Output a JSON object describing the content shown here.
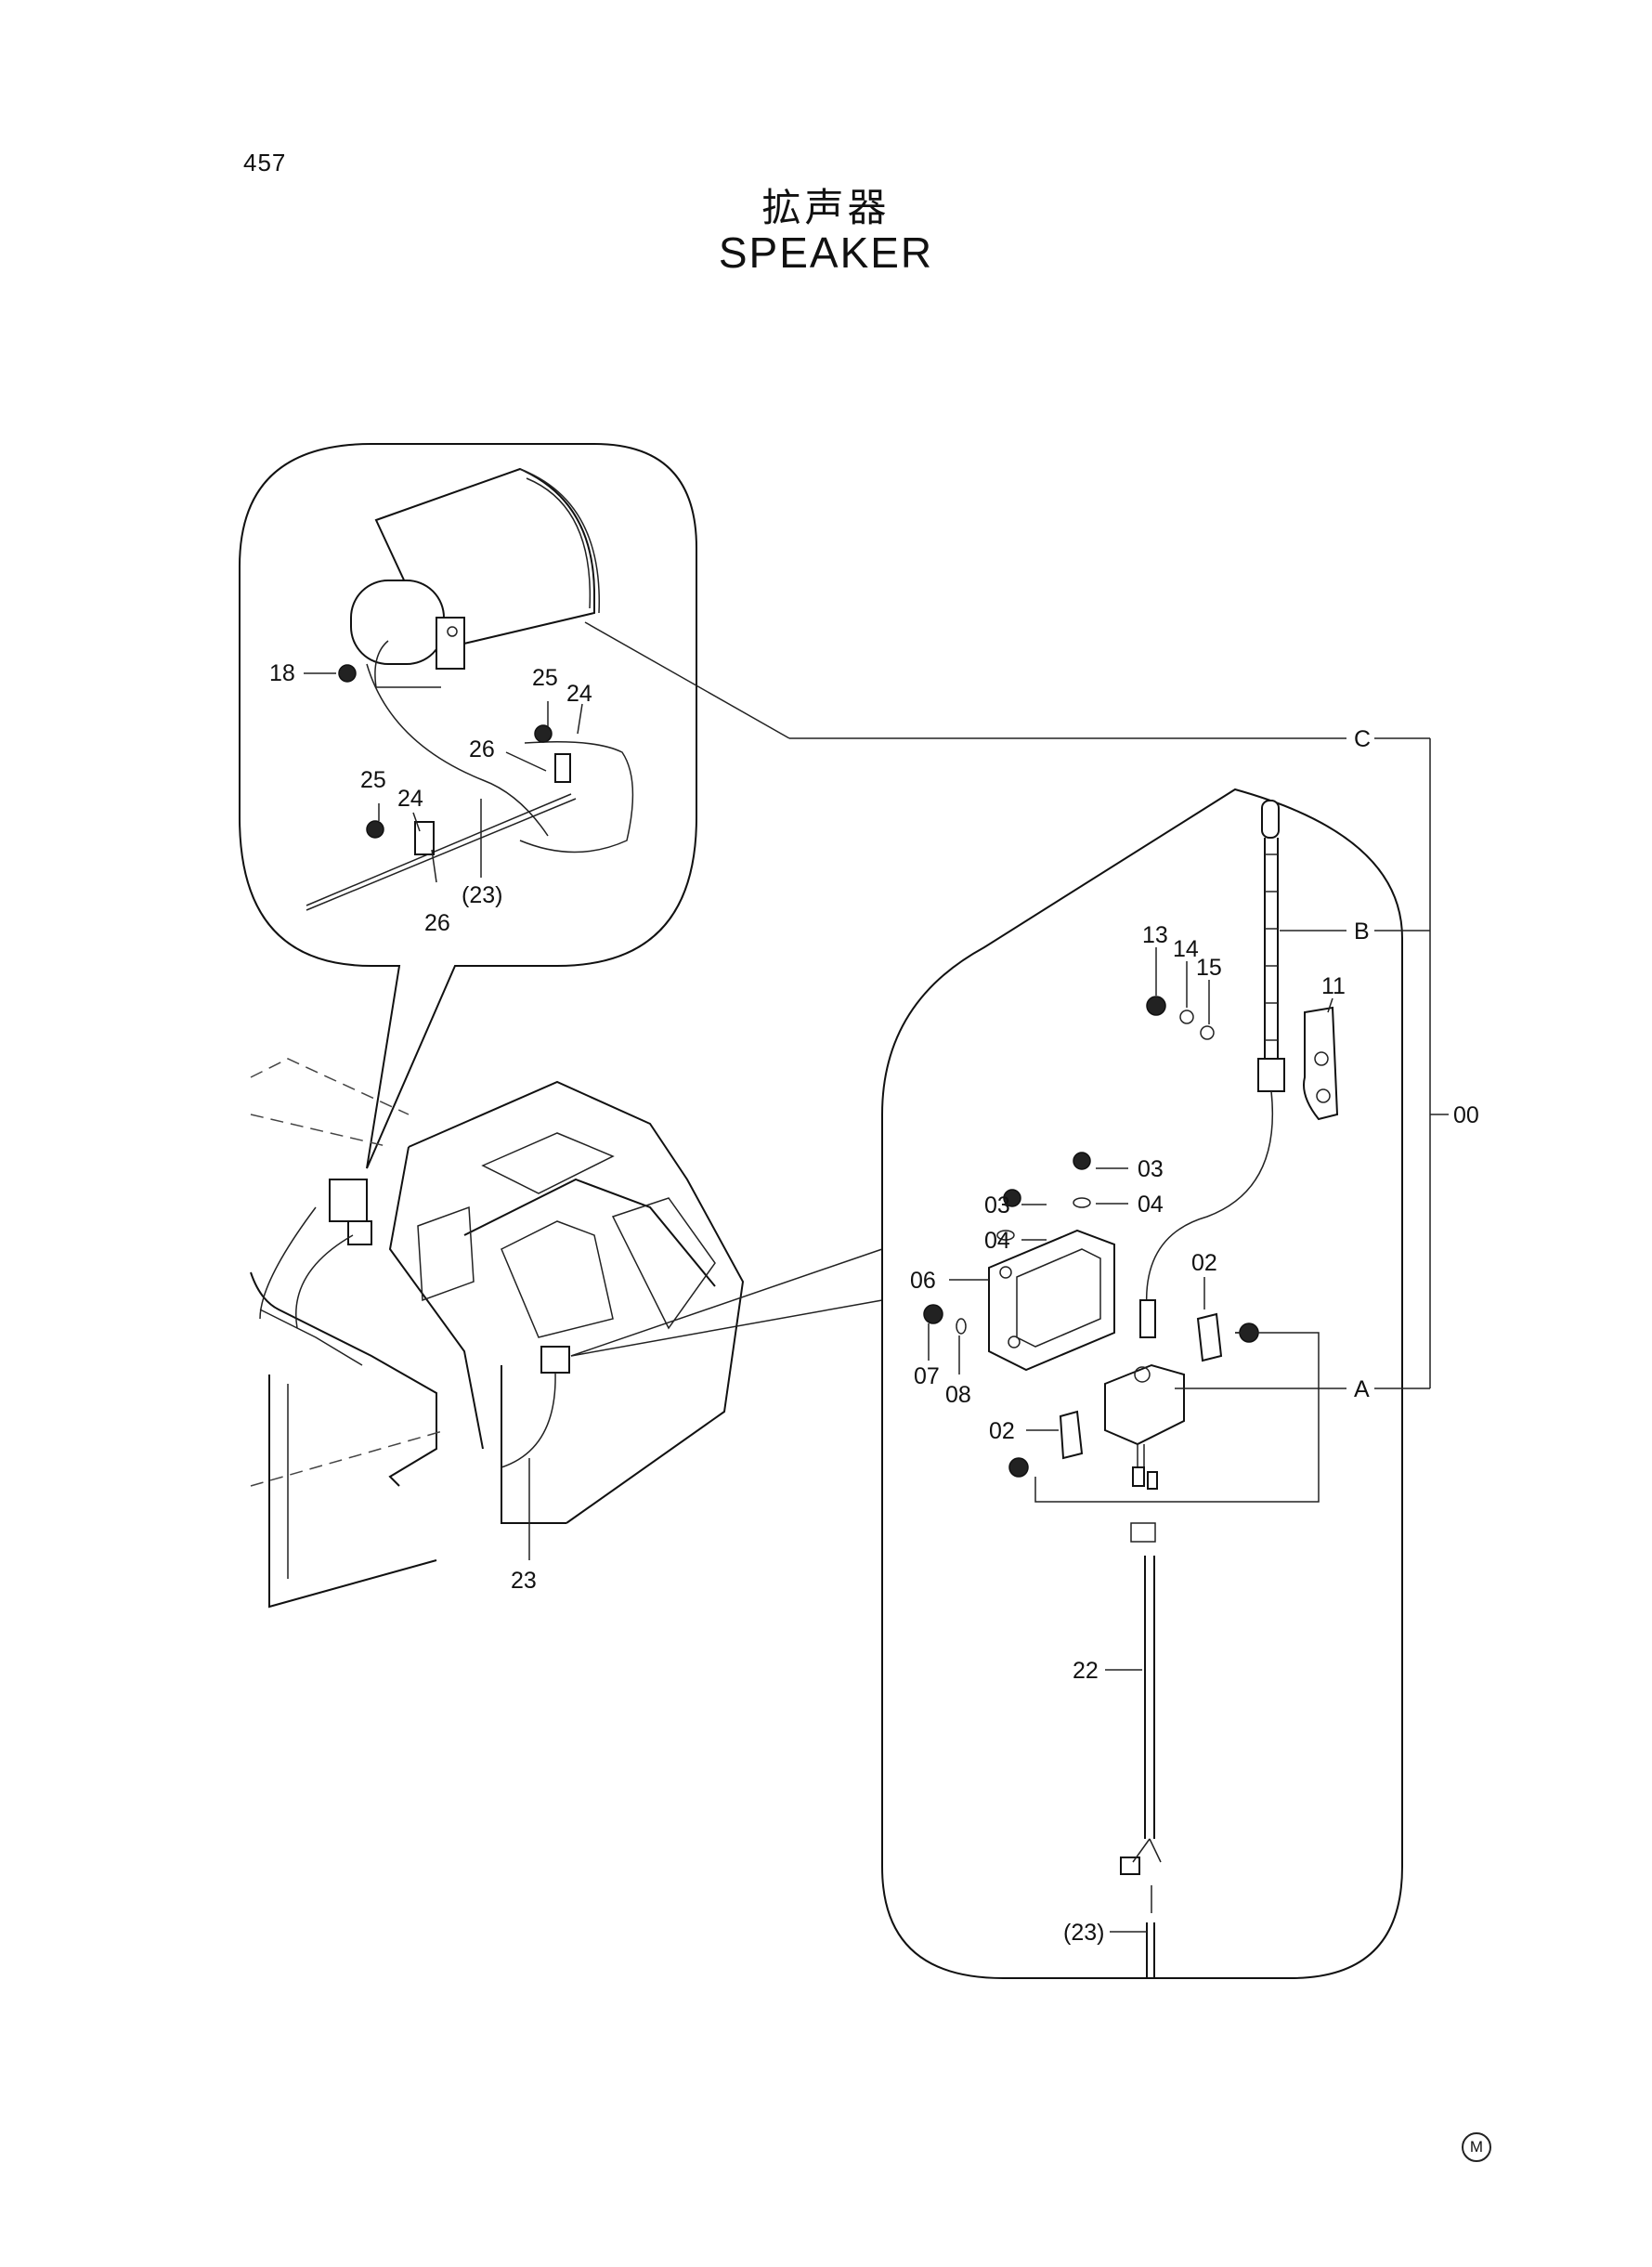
{
  "page_number": "457",
  "title_jp": "拡声器",
  "title_en": "SPEAKER",
  "corner_mark": "M",
  "callouts": {
    "c18": "18",
    "c25a": "25",
    "c24a": "24",
    "c26a": "26",
    "c25b": "25",
    "c24b": "24",
    "c26b": "26",
    "c23a": "(23)",
    "c23_main": "23",
    "c13": "13",
    "c14": "14",
    "c15": "15",
    "c11": "11",
    "c03a": "03",
    "c03b": "03",
    "c04a": "04",
    "c04b": "04",
    "c06": "06",
    "c07": "07",
    "c08": "08",
    "c02a": "02",
    "c02b": "02",
    "c22": "22",
    "c23b": "(23)",
    "ref_a": "A",
    "ref_b": "B",
    "ref_c": "C",
    "assembly": "00"
  }
}
